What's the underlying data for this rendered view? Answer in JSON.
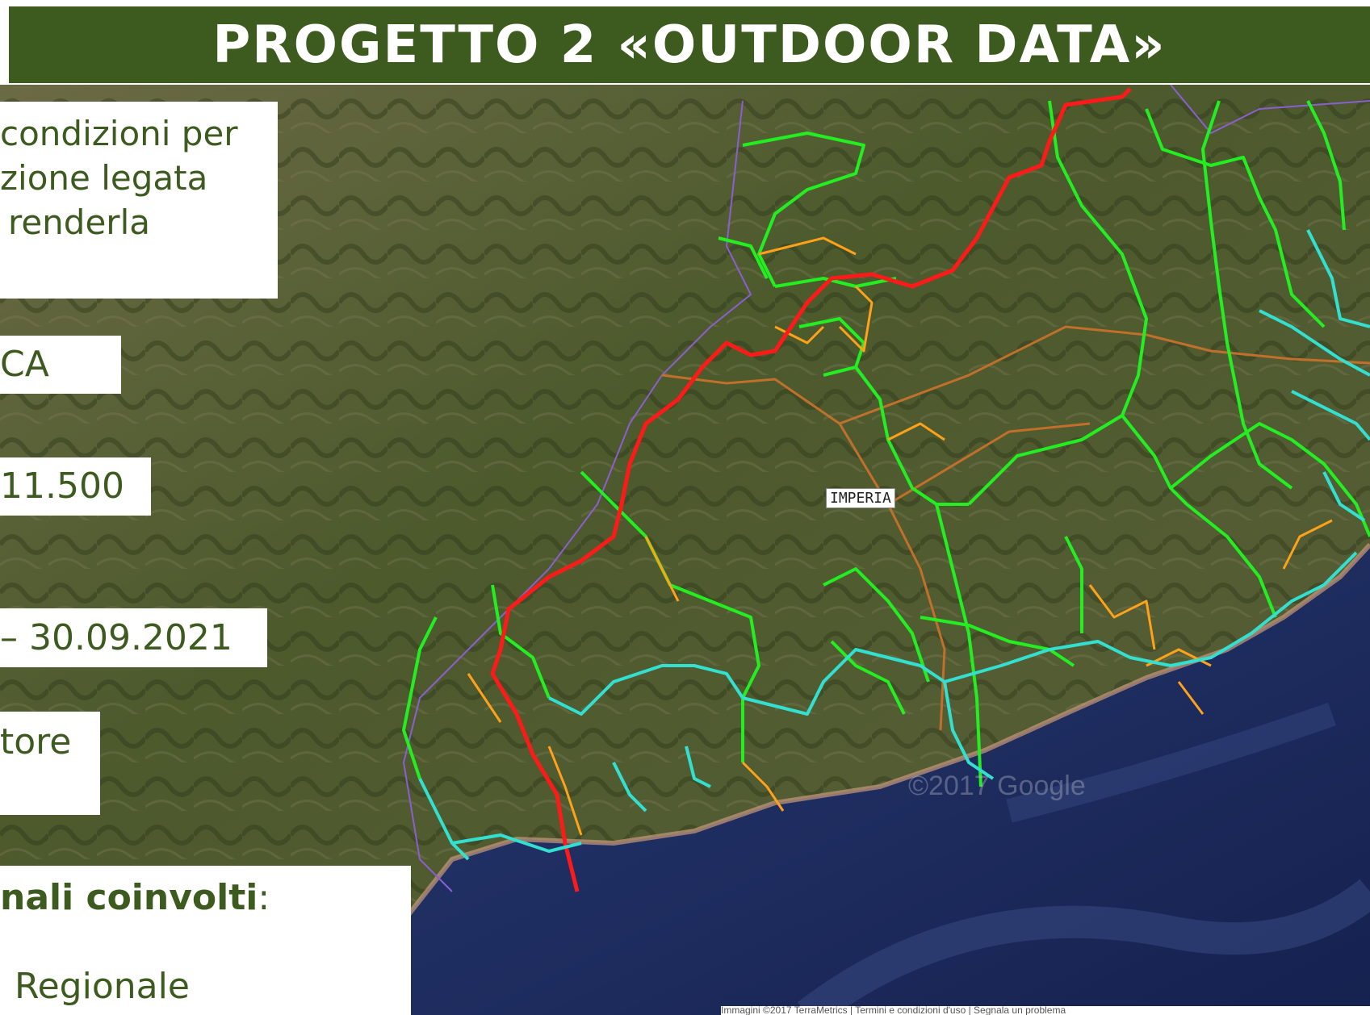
{
  "header": {
    "title": "PROGETTO 2 «OUTDOOR DATA»"
  },
  "text_boxes": {
    "box1_lines": [
      "condizioni per",
      "zione legata",
      "renderla"
    ],
    "box2": "CA",
    "box3": "11.500",
    "box4": "– 30.09.2021",
    "box5_lines": [
      "tore"
    ],
    "box6_bold": "nali coinvolti",
    "box6_colon": ":",
    "box6_line2": "Regionale"
  },
  "map": {
    "place_label": "IMPERIA",
    "watermark": "©2017 Google",
    "attribution": "Immagini ©2017 TerraMetrics | Termini e condizioni d'uso | Segnala un problema",
    "colors": {
      "main_ridge_trail": "#ff1a1a",
      "green_trails": "#22ee22",
      "orange_trails": "#ffa21a",
      "coastal_trails": "#33e0d0",
      "brown_trails": "#c0702a",
      "boundary": "#8a5fd0",
      "sea": "#1f2f6a",
      "land": "#4e5a2c"
    }
  }
}
